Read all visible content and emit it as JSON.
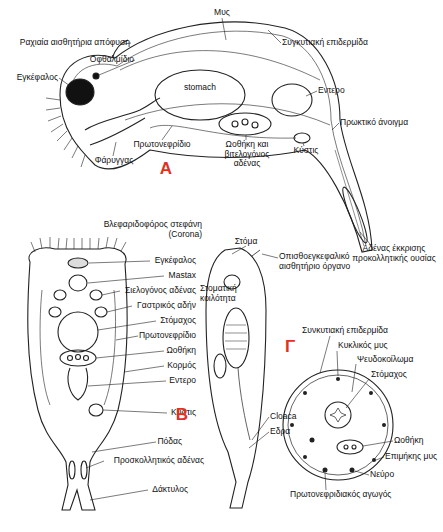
{
  "diagram": {
    "labels": [
      "Μυς",
      "Συγκυτιακή επιδερμίδα",
      "Ραχιαία αισθητήρια απόφυση",
      "Οφθαλμίδιο",
      "Εγκέφαλος",
      "stomach",
      "Εντερο",
      "Πρωκτικό άνοιγμα",
      "Πρωτονεφρίδιο",
      "Ωοθήκη και βιτελογόνος αδένας",
      "Κύστις",
      "Φάρυγγας",
      "A",
      "Αδένας έκκρισης προκολλητικής ουσίας",
      "Βλεφαριδοφόρος στεφάνη (Corona)",
      "Στόμα",
      "Εγκέφαλος",
      "Mastax",
      "Σιελογόνος αδένας",
      "Γαστρικός αδήν",
      "Στόμαχος",
      "Πρωτονεφρίδιο",
      "Ωοθήκη",
      "Κορμός",
      "Εντερο",
      "Κύστις",
      "Πόδας",
      "Προσκολλητικός αδένας",
      "Δάκτυλος",
      "Οπισθοεγκεφαλικό αισθητήριο όργανο",
      "Στοματική κοιλότητα",
      "Cloaca",
      "Εδρα",
      "B",
      "Συνκυτιακή επιδερμίδα",
      "Κυκλικός μυς",
      "Ψευδοκοίλωμα",
      "Στόμαχος",
      "Ωοθήκη",
      "Επιμήκης μυς",
      "Νεύρο",
      "Πρωτονεφριδιακός αγωγός",
      "Γ"
    ]
  }
}
